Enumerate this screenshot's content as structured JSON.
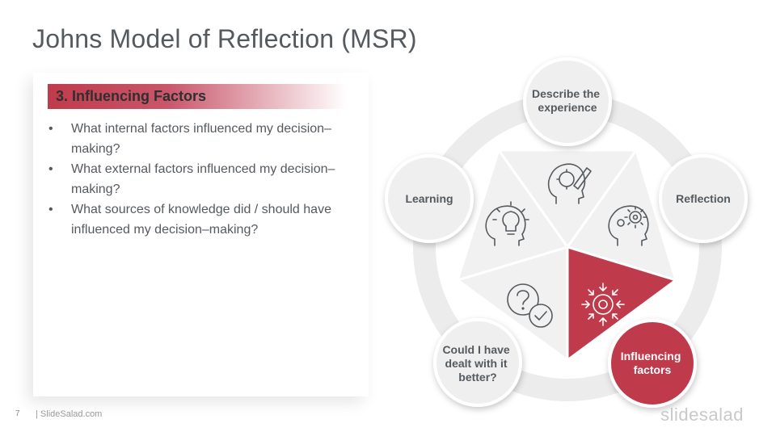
{
  "slide": {
    "title": "Johns Model of Reflection (MSR)",
    "section_title": "3. Influencing Factors",
    "bullets": [
      "What internal factors influenced my decision–making?",
      "What external factors influenced my decision–making?",
      "What sources of knowledge did / should have influenced my decision–making?"
    ],
    "page_number": "7",
    "footer_source": "| SlideSalad.com",
    "brand": "slidesalad"
  },
  "diagram": {
    "nodes": [
      {
        "lines": [
          "Describe the",
          "experience"
        ],
        "icon": "head-gear-pencil-icon"
      },
      {
        "lines": [
          "Reflection"
        ],
        "icon": "head-gear-icon"
      },
      {
        "lines": [
          "Influencing",
          "factors"
        ],
        "icon": "arrows-target-icon"
      },
      {
        "lines": [
          "Could I have",
          "dealt with it",
          "better?"
        ],
        "icon": "question-check-icon"
      },
      {
        "lines": [
          "Learning"
        ],
        "icon": "head-lightbulb-icon"
      }
    ],
    "active_index": 2
  },
  "colors": {
    "accent": "#bf3b4c",
    "text_dark": "#555a5f",
    "segment": "#f1f1f1",
    "ring": "#ececec"
  }
}
